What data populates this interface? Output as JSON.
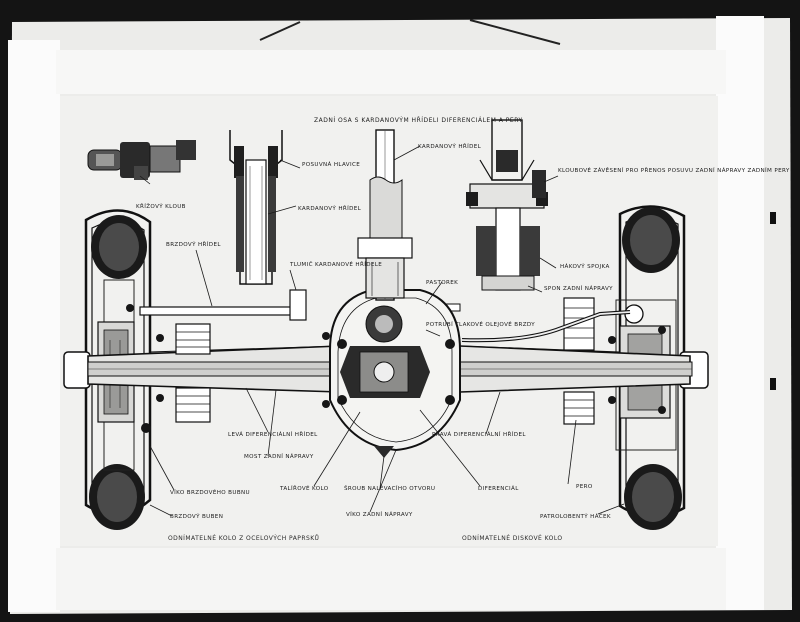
{
  "title": "ZADNÍ OSA S KARDANOVÝM HŘÍDELI DIFERENCIÁLEM A PERY",
  "labels": {
    "krizovy_kloub": "KŘÍŽOVÝ KLOUB",
    "posuvna_hlavice": "POSUVNÁ HLAVICE",
    "kardanovy_hridel_1": "KARDANOVÝ HŘÍDEL",
    "kardanovy_hridel_2": "KARDANOVÝ HŘÍDEL",
    "brzdovy_hridel": "BRZDOVÝ HŘÍDEL",
    "tlumic": "TLUMIČ KARDANOVÉ HŘÍDELE",
    "pastorek": "PASTOREK",
    "potrubi": "POTRUBÍ TLAKOVÉ OLEJOVÉ BRZDY",
    "kloubove_zaveseni": "KLOUBOVÉ ZÁVĚSENÍ PRO PŘENOS POSUVU ZADNÍ NÁPRAVY ZADNÍM PERY",
    "hakovy_spojka": "HÁKOVÝ SPOJKA",
    "spon_zadni_napravy": "SPON ZADNÍ NÁPRAVY",
    "leva_dif_hridel": "LEVÁ DIFERENCIÁLNÍ HŘÍDEL",
    "most_zadni_napravy": "MOST ZADNÍ NÁPRAVY",
    "prava_dif_hridel": "PRAVÁ DIFERENCIÁLNÍ HŘÍDEL",
    "talirove_kolo": "TALÍŘOVÉ KOLO",
    "sroub": "ŠROUB NALÉVACÍHO OTVORU",
    "diferencial": "DIFERENCIÁL",
    "pero": "PERO",
    "vik_brzdoveho_bubnu": "VÍKO BRZDOVÉHO BUBNU",
    "brzdovy_buben": "BRZDOVÝ BUBEN",
    "vyko_zadni_napravy": "VÍKO ZADNÍ NÁPRAVY",
    "patrolobenty_hacek": "PATROLOBENTÝ HÁČEK"
  },
  "footer": {
    "left": "ODNÍMATELNÉ KOLO Z OCELOVÝCH PAPRSKŮ",
    "right": "ODNÍMATELNÉ DISKOVÉ KOLO"
  },
  "colors": {
    "frame": "#141414",
    "paper": "#f1f1ef",
    "mat": "#fafafa",
    "ink": "#161616"
  }
}
